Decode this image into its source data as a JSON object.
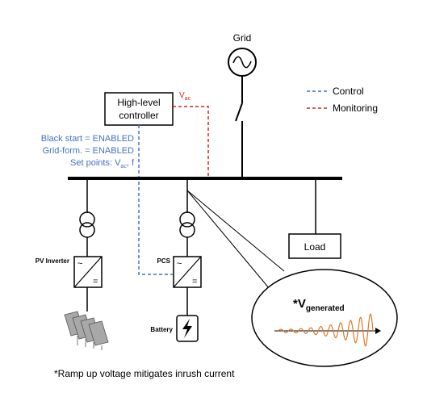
{
  "labels": {
    "grid": "Grid",
    "controller_line1": "High-level",
    "controller_line2": "controller",
    "vac_main": "V",
    "vac_sub": "ac",
    "legend_control": "Control",
    "legend_monitoring": "Monitoring",
    "black_start": "Black start = ENABLED",
    "grid_form": "Grid-form. = ENABLED",
    "set_points_prefix": "Set points: V",
    "set_points_sub": "ac",
    "set_points_suffix": ", f",
    "load": "Load",
    "pv_inverter": "PV Inverter",
    "pcs": "PCS",
    "battery": "Battery",
    "vgen_prefix": "*V",
    "vgen_sub": "generated",
    "footnote": "*Ramp up voltage mitigates inrush current",
    "tilde": "~",
    "equals": "="
  },
  "colors": {
    "control": "#4472c4",
    "monitoring": "#e02020",
    "waveform": "#e07a2a",
    "line": "#000000",
    "text_blue": "#4472c4"
  }
}
